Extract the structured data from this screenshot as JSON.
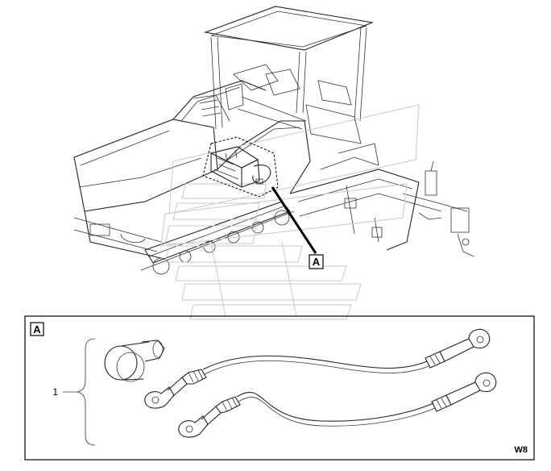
{
  "overview": {
    "callout_letter": "A"
  },
  "detail": {
    "callout_letter": "A",
    "item_number": "1",
    "figure_code": "W8"
  }
}
